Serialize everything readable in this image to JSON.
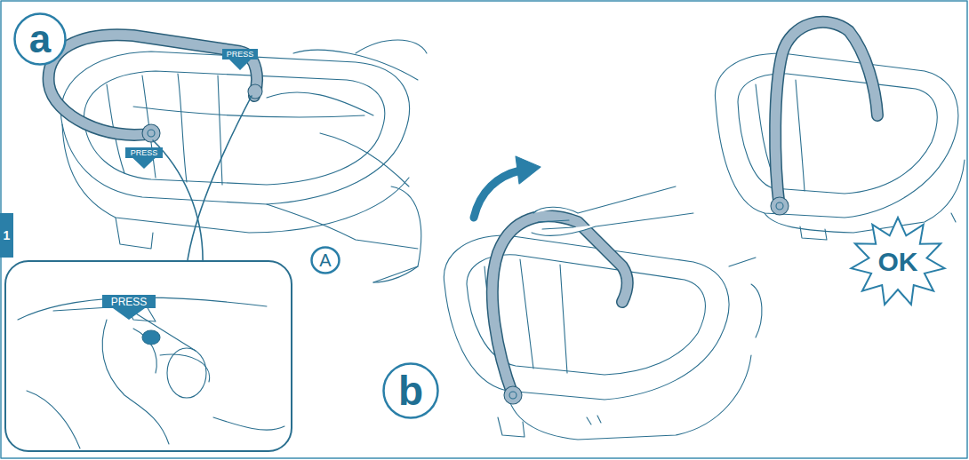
{
  "diagram": {
    "nodes": [
      {
        "text": [
          "a"
        ]
      },
      {
        "text": [
          "PRESS"
        ]
      },
      {
        "text": [
          "PRESS"
        ]
      },
      {
        "text": [
          "1"
        ]
      },
      {
        "text": [
          "PRESS"
        ]
      },
      {
        "text": [
          "A"
        ]
      },
      {
        "text": [
          "b"
        ]
      },
      {
        "text": [
          "OK"
        ]
      }
    ]
  }
}
